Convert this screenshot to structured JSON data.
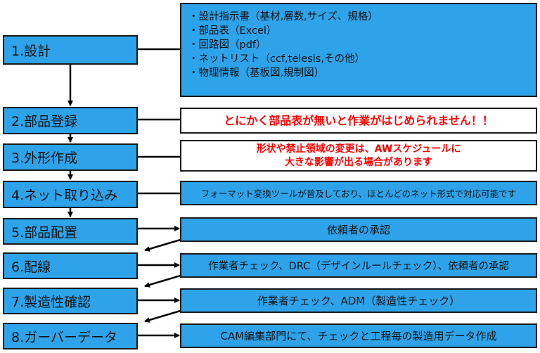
{
  "steps": [
    {
      "label": "1.設計"
    },
    {
      "label": "2.部品登録"
    },
    {
      "label": "3.外形作成"
    },
    {
      "label": "4.ネット取り込み"
    },
    {
      "label": "5.部品配置"
    },
    {
      "label": "6.配線"
    },
    {
      "label": "7.製造性確認"
    },
    {
      "label": "8.ガーバーデータ"
    }
  ],
  "design_items": [
    "設計指示書（基材,層数,サイズ、規格）",
    "部品表（Excel）",
    "回路図（pdf）",
    "ネットリスト（ccf,telesis,その他）",
    "物理情報（基板図,規制図）"
  ],
  "warning_parts": "とにかく部品表が無いと作業がはじめられません！！",
  "warning_outline": [
    "形状や禁止領域の変更は、AWスケジュールに",
    "大きな影響が出る場合があります"
  ],
  "note_net": "フォーマット変換ツールが普及しており、ほとんどのネット形式で対応可能です",
  "note_placement": "依頼者の承認",
  "note_routing": "作業者チェック、DRC（デザインルールチェック）、依頼者の承認",
  "note_dfm": "作業者チェック、ADM（製造性チェック）",
  "note_gerber": "CAM編集部門にて、チェックと工程毎の製造用データ作成",
  "colors": {
    "box_fill": "#2ea3ea",
    "warning_text": "#ff0000",
    "border": "#1a1a1a"
  }
}
